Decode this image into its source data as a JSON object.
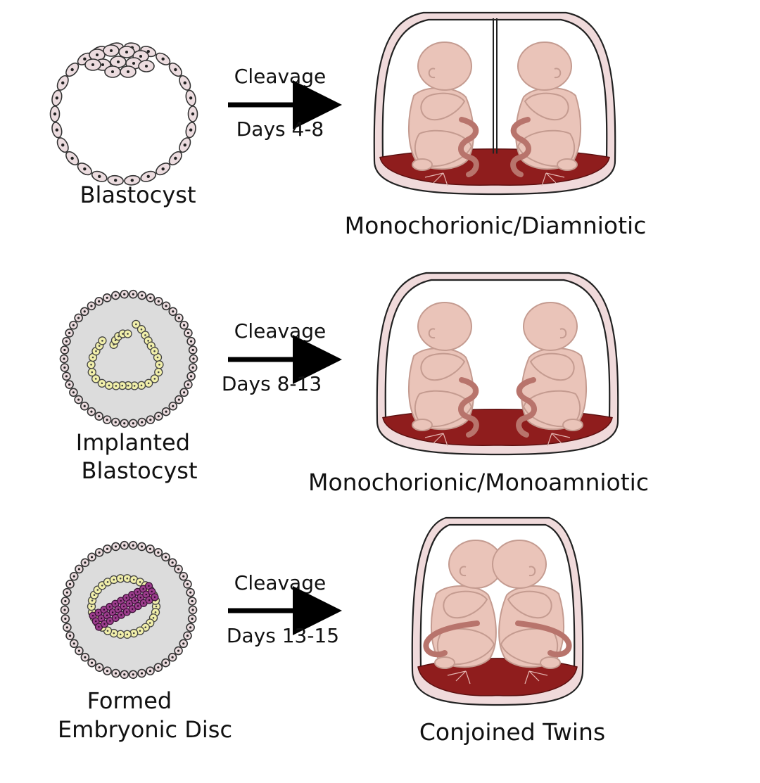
{
  "rows": [
    {
      "stage_label": [
        "Blastocyst"
      ],
      "arrow_top": "Cleavage",
      "arrow_bottom": "Days 4-8",
      "outcome_label": "Monochorionic/Diamniotic",
      "stage_icon": "blastocyst-icon",
      "outcome_icon": "twins-separate-amnion-icon"
    },
    {
      "stage_label": [
        "Implanted",
        "Blastocyst"
      ],
      "arrow_top": "Cleavage",
      "arrow_bottom": "Days 8-13",
      "outcome_label": "Monochorionic/Monoamniotic",
      "stage_icon": "implanted-blastocyst-icon",
      "outcome_icon": "twins-shared-amnion-icon"
    },
    {
      "stage_label": [
        "Formed",
        "Embryonic Disc"
      ],
      "arrow_top": "Cleavage",
      "arrow_bottom": "Days 13-15",
      "outcome_label": "Conjoined Twins",
      "stage_icon": "embryonic-disc-icon",
      "outcome_icon": "conjoined-twins-icon"
    }
  ],
  "colors": {
    "cell_fill": "#ecdcdf",
    "trophoblast_fill": "#dcdcdc",
    "epiblast_fill": "#f1efaa",
    "disc_fill": "#9b3d8c",
    "fetus_fill": "#eac4b9",
    "fetus_stroke": "#c49b90",
    "cord": "#b8746c",
    "placenta": "#8f1d1d",
    "chorion": "#f0dadb",
    "arrow": "#000000"
  }
}
